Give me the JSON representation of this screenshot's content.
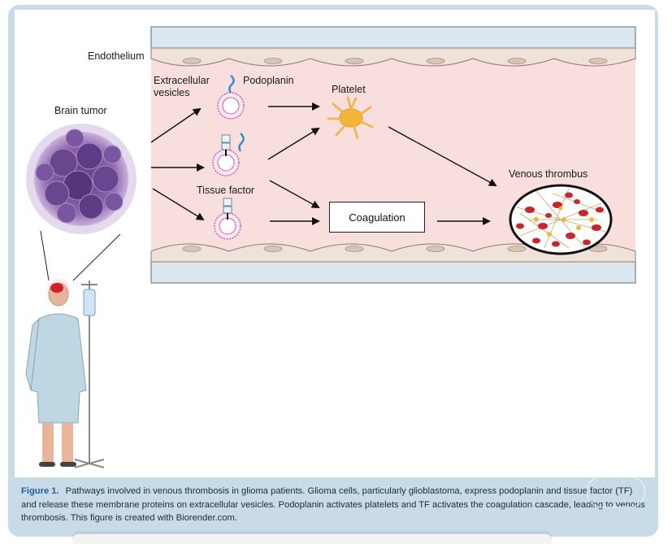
{
  "labels": {
    "endothelium": "Endothelium",
    "ev_line1": "Extracellular",
    "ev_line2": "vesicles",
    "podoplanin": "Podoplanin",
    "platelet": "Platelet",
    "brain_tumor": "Brain tumor",
    "tissue_factor": "Tissue factor",
    "coagulation": "Coagulation",
    "venous_thrombus": "Venous thrombus"
  },
  "caption": {
    "label": "Figure 1.",
    "text": "Pathways involved in venous thrombosis in glioma patients. Glioma cells, particularly glioblastoma, express podoplanin and tissue factor (TF) and release these membrane proteins on extracellular vesicles. Podoplanin activates platelets and TF activates the coagulation cascade, leading to venous thrombosis. This figure is created with Biorender.com."
  },
  "watermark": "",
  "colors": {
    "panel": "#c9dbe6",
    "vessel_lumen": "#f9dede",
    "vessel_wall": "#dbe6ee",
    "endothelial_cell": "#efe2d9",
    "tumor": "#8a63a8",
    "platelet": "#f3b63a",
    "rbc": "#c9252c",
    "vesicle": "#d17ab2",
    "podoplanin": "#2e8bd1",
    "caption_label": "#1f5fa8"
  }
}
